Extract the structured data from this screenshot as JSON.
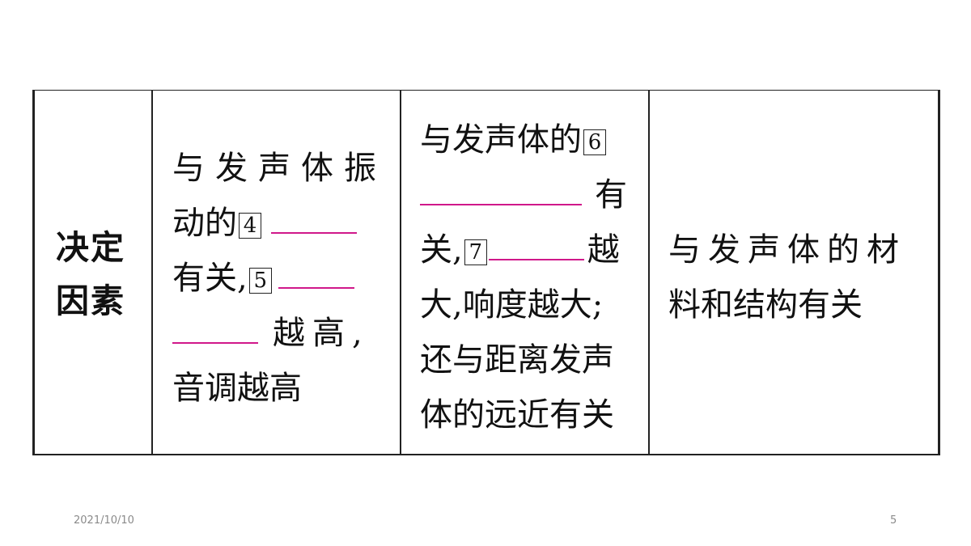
{
  "table": {
    "label": {
      "line1": "决定",
      "line2": "因素"
    },
    "col2": {
      "l1": "与发声体振",
      "l2_text": "动的",
      "box4": "4",
      "l3_text": "有关,",
      "box5": "5",
      "l4_text": "越高,",
      "l5": "音调越高"
    },
    "col3": {
      "l1_text": "与发声体的",
      "box6": "6",
      "l2_text": "有",
      "l3_text": "关,",
      "box7": "7",
      "l3_end": "越",
      "l4": "大,响度越大;",
      "l5": "还与距离发声",
      "l6": "体的远近有关"
    },
    "col4": {
      "l1": "与发声体的材",
      "l2": "料和结构有关"
    }
  },
  "footer": {
    "date": "2021/10/10",
    "page": "5"
  },
  "colors": {
    "blank_line": "#d0188a",
    "border": "#222222",
    "footer_text": "#8a8a8a"
  }
}
